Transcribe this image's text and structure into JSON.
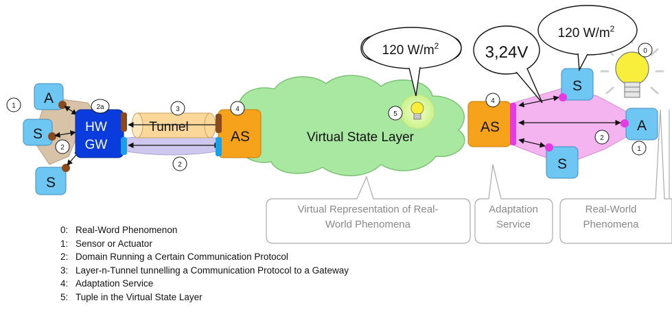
{
  "nodes": {
    "actuator": "A",
    "sensor": "S",
    "gateway_line1": "HW",
    "gateway_line2": "GW",
    "tunnel": "Tunnel",
    "adaptation_service": "AS"
  },
  "cloud_label": "Virtual State Layer",
  "bubbles": {
    "left_value": "120 W/m",
    "left_sup": "2",
    "mid_value": "3,24V",
    "right_value": "120 W/m",
    "right_sup": "2"
  },
  "markers": [
    "0",
    "1",
    "2",
    "2a",
    "3",
    "4",
    "5"
  ],
  "callouts": {
    "virtual_line1": "Virtual Representation of Real-",
    "virtual_line2": "World Phenomena",
    "adaptation_line1": "Adaptation",
    "adaptation_line2": "Service",
    "real_line1": "Real-World",
    "real_line2": "Phenomena"
  },
  "legend": [
    {
      "num": "0:",
      "text": "Real-Word Phenomenon"
    },
    {
      "num": "1:",
      "text": "Sensor or Actuator"
    },
    {
      "num": "2:",
      "text": "Domain Running a Certain Communication Protocol"
    },
    {
      "num": "3:",
      "text": "Layer-n-Tunnel tunnelling a Communication Protocol to a Gateway"
    },
    {
      "num": "4:",
      "text": "Adaptation Service"
    },
    {
      "num": "5:",
      "text": "Tuple in the Virtual State Layer"
    }
  ],
  "colors": {
    "node_blue": "#6ec6f2",
    "gateway_blue": "#0a3bdc",
    "as_orange": "#f7a21b",
    "cloud_green": "#a8e8a0",
    "domain_tan": "#d8c2a8",
    "domain_lavender": "#cfc8ee",
    "domain_pink": "#f4b4ef",
    "connector_brown": "#8b4a1c",
    "connector_magenta": "#e43ce0",
    "bulb_yellow": "#f8ef3c"
  }
}
